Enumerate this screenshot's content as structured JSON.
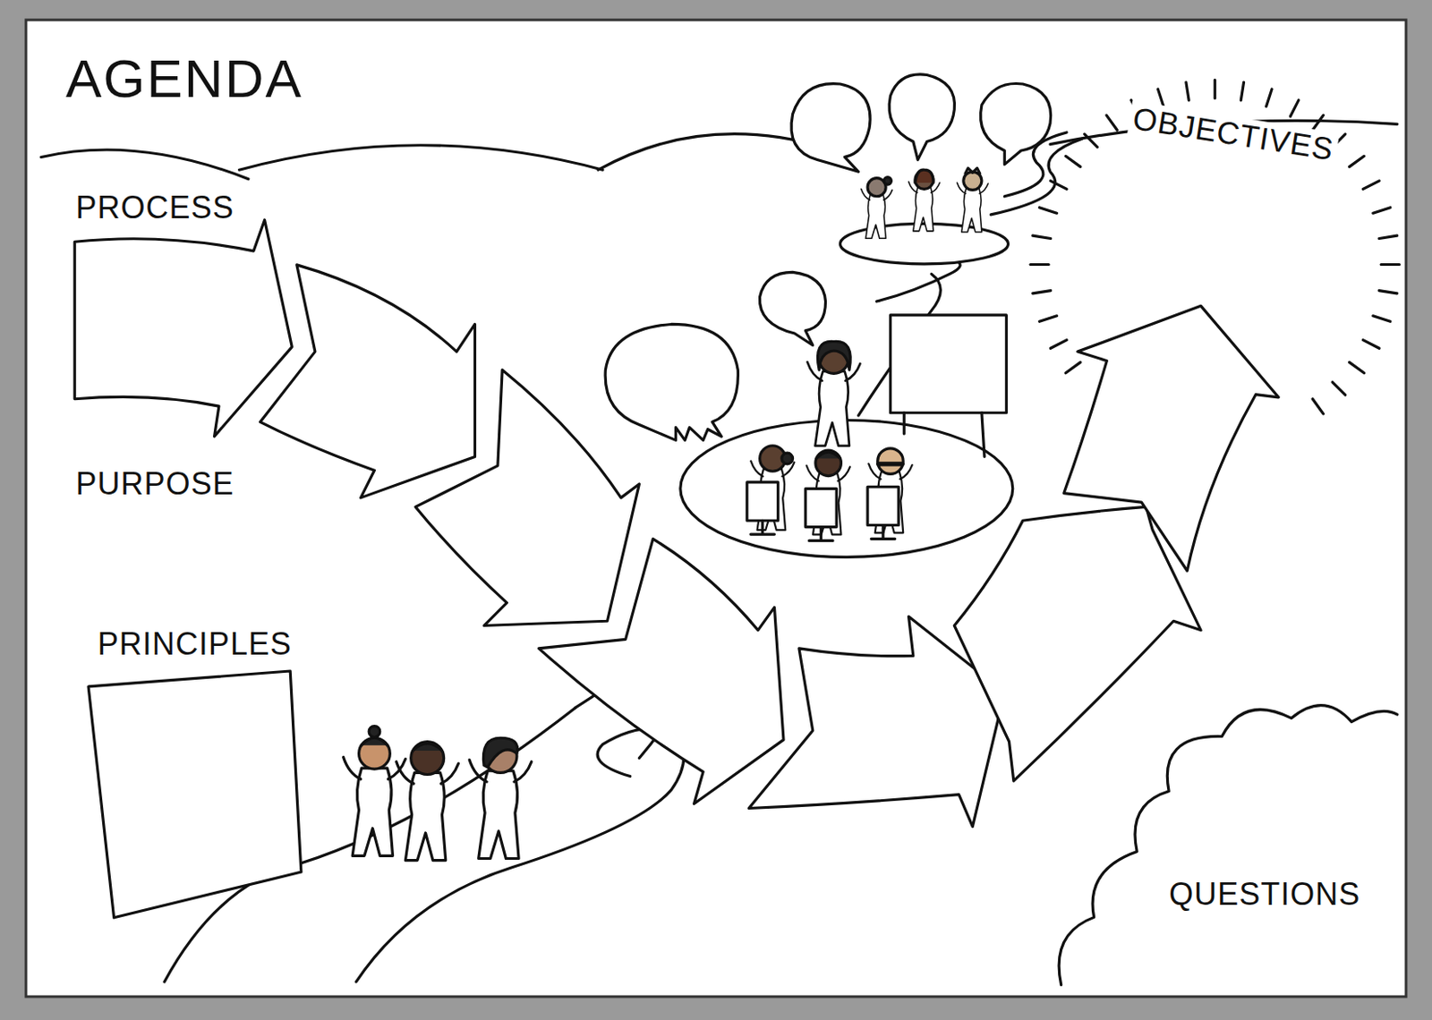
{
  "diagram": {
    "title": "AGENDA",
    "nodes": [
      {
        "text": [
          "PROCESS"
        ]
      },
      {
        "text": [
          "PRINCIPLES"
        ]
      },
      {
        "text": [
          "OBJECTIVES"
        ]
      },
      {
        "text": [
          "QUESTIONS"
        ]
      }
    ],
    "labels": [
      "PURPOSE"
    ]
  }
}
